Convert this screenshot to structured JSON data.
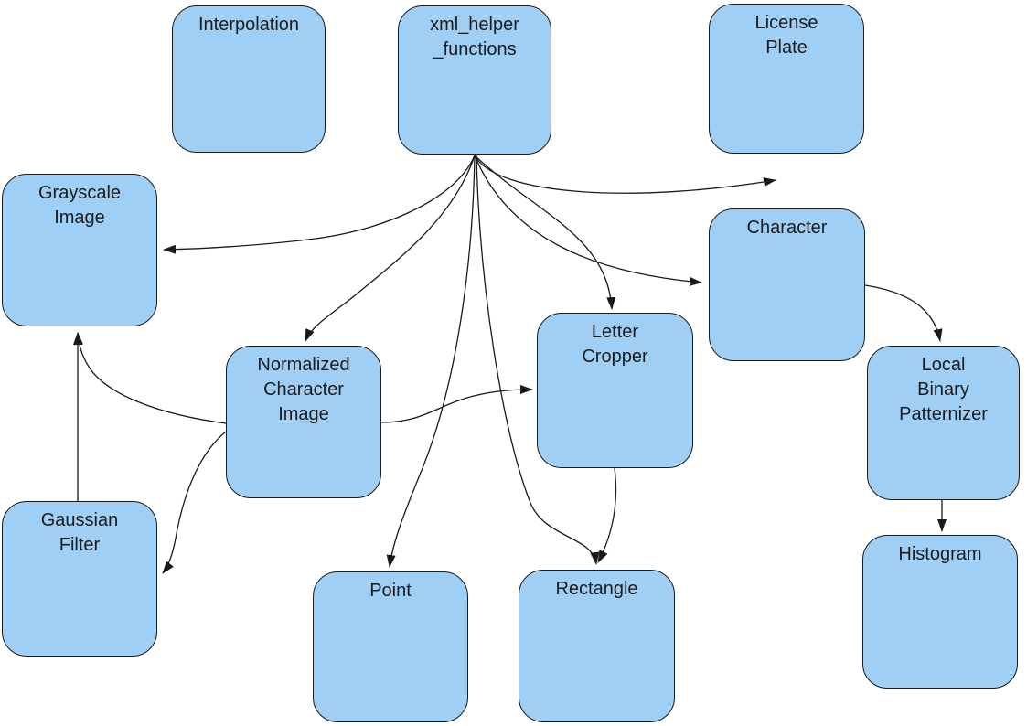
{
  "diagram": {
    "kind": "module-dependency-diagram",
    "background": "#ffffff"
  },
  "colors": {
    "node_fill": "#9FCFF5",
    "node_border": "#1a1a1a",
    "edge": "#1a1a1a",
    "background": "#ffffff",
    "text": "#1c1c1c"
  },
  "nodes": {
    "interpolation": {
      "label": "Interpolation"
    },
    "xml_helper_functions": {
      "label": "xml_helper\n_functions"
    },
    "license_plate": {
      "label": "License\nPlate"
    },
    "grayscale_image": {
      "label": "Grayscale\nImage"
    },
    "character": {
      "label": "Character"
    },
    "normalized_character_image": {
      "label": "Normalized\nCharacter\nImage"
    },
    "letter_cropper": {
      "label": "Letter\nCropper"
    },
    "local_binary_patternizer": {
      "label": "Local\nBinary\nPatternizer"
    },
    "gaussian_filter": {
      "label": "Gaussian\nFilter"
    },
    "point": {
      "label": "Point"
    },
    "rectangle": {
      "label": "Rectangle"
    },
    "histogram": {
      "label": "Histogram"
    }
  },
  "edges": [
    {
      "from": "xml_helper_functions",
      "to": "license_plate"
    },
    {
      "from": "xml_helper_functions",
      "to": "grayscale_image"
    },
    {
      "from": "xml_helper_functions",
      "to": "normalized_character_image"
    },
    {
      "from": "xml_helper_functions",
      "to": "character"
    },
    {
      "from": "xml_helper_functions",
      "to": "letter_cropper"
    },
    {
      "from": "xml_helper_functions",
      "to": "point"
    },
    {
      "from": "xml_helper_functions",
      "to": "rectangle"
    },
    {
      "from": "letter_cropper",
      "to": "rectangle"
    },
    {
      "from": "normalized_character_image",
      "to": "letter_cropper"
    },
    {
      "from": "normalized_character_image",
      "to": "grayscale_image"
    },
    {
      "from": "normalized_character_image",
      "to": "gaussian_filter"
    },
    {
      "from": "gaussian_filter",
      "to": "grayscale_image"
    },
    {
      "from": "character",
      "to": "local_binary_patternizer"
    },
    {
      "from": "local_binary_patternizer",
      "to": "histogram"
    }
  ]
}
